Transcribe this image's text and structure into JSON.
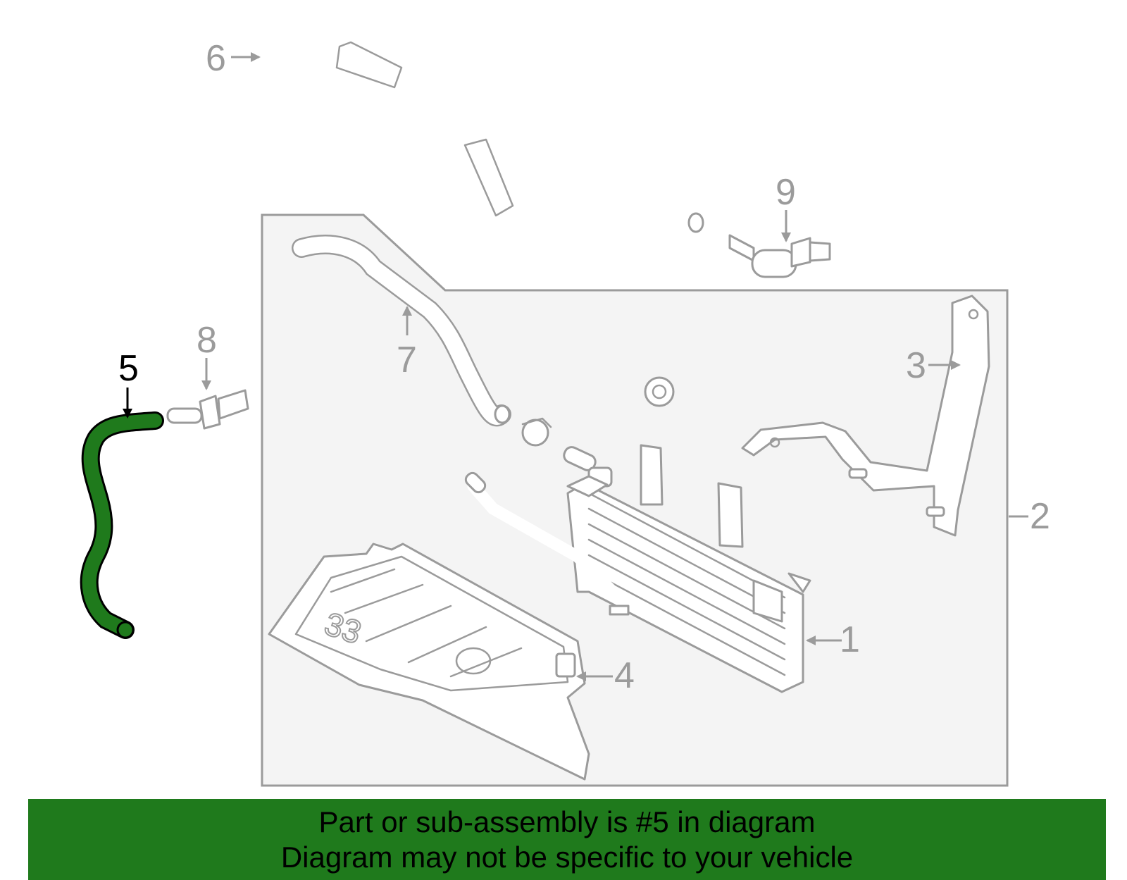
{
  "diagram": {
    "callouts": {
      "c1": "1",
      "c2": "2",
      "c3": "3",
      "c4": "4",
      "c5": "5",
      "c6": "6",
      "c7": "7",
      "c8": "8",
      "c9": "9"
    },
    "emboss": "33",
    "highlight_part": "5",
    "colors": {
      "highlight_fill": "#1f7a1c",
      "line_gray": "#9b9b9b",
      "panel_fill": "#f4f4f4",
      "banner": "#1f7a1c"
    }
  },
  "banner": {
    "line1": "Part or sub-assembly is #5 in diagram",
    "line2": "Diagram may not be specific to your vehicle"
  }
}
